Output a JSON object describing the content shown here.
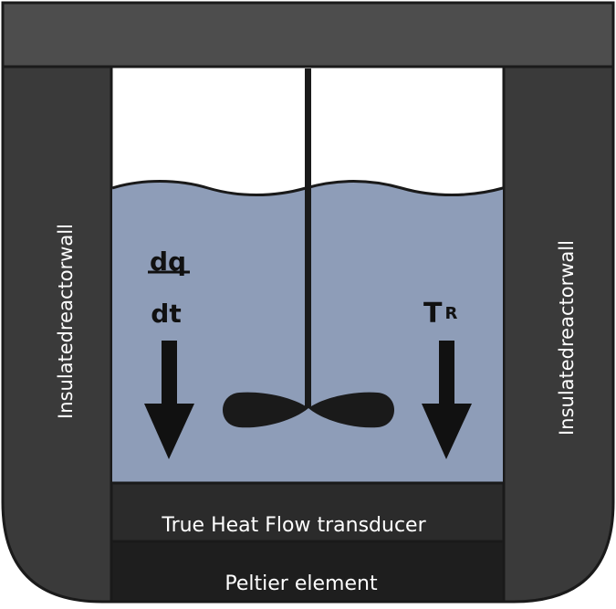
{
  "labels": {
    "left_wall": "Insulatedreactorwall",
    "right_wall": "Insulatedreactorwall",
    "flux_numerator": "dq",
    "flux_denominator": "dt",
    "temp_main": "T",
    "temp_sub": "R",
    "transducer": "True Heat Flow transducer",
    "peltier": "Peltier element"
  },
  "colors": {
    "lid": "#4d4d4d",
    "wall": "#3a3a3a",
    "transducer": "#2b2b2b",
    "peltier": "#1e1e1e",
    "liquid": "#8e9db8",
    "outline": "#1a1a1a",
    "white_text": "#ffffff",
    "dark_text": "#111111"
  },
  "icons": {
    "stirrer": "stirrer-icon",
    "arrow_left": "arrow-down-icon",
    "arrow_right": "arrow-down-icon"
  }
}
